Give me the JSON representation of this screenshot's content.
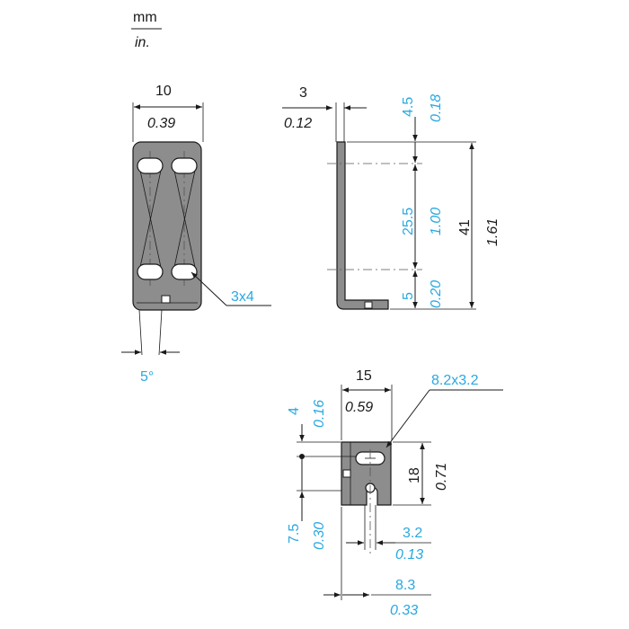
{
  "units": {
    "primary": "mm",
    "secondary": "in."
  },
  "front_view": {
    "width_mm": "10",
    "width_in": "0.39",
    "holes": "3x4",
    "angle": "5°"
  },
  "side_view": {
    "thickness_mm": "3",
    "thickness_in": "0.12",
    "top_mm": "4.5",
    "top_in": "0.18",
    "middle_mm": "25.5",
    "middle_in": "1.00",
    "bottom_mm": "5",
    "bottom_in": "0.20",
    "total_mm": "41",
    "total_in": "1.61"
  },
  "foot_view": {
    "width_mm": "15",
    "width_in": "0.59",
    "slot": "8.2x3.2",
    "depth_mm": "18",
    "depth_in": "0.71",
    "offset_top_mm": "4",
    "offset_top_in": "0.16",
    "offset_bottom_mm": "7.5",
    "offset_bottom_in": "0.30",
    "hole_width_mm": "3.2",
    "hole_width_in": "0.13",
    "hole_pos_mm": "8.3",
    "hole_pos_in": "0.33"
  },
  "colors": {
    "primary_text": "#1a1a1a",
    "secondary_text": "#29a8e0",
    "part_fill": "#8d8d8d"
  }
}
